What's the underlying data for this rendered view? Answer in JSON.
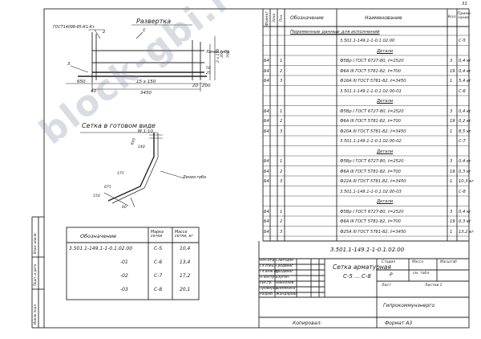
{
  "sheet_number": "31",
  "doc_code_top": "ГОСТ14098-85-К1-Кт",
  "drawing": {
    "razvertka_title": "Развертка",
    "mesh_title": "Сетка в готовом виде",
    "mesh_scale": "М 1:10",
    "label_line_1": "1",
    "label_line_2": "2",
    "label_line_3": "3",
    "label_bend": "Линия гиба",
    "label_bend2": "Линия гиба",
    "dim_650": "650",
    "dim_15x150": "15 х 150",
    "dim_3450": "3450",
    "dim_40": "40",
    "dim_20": "20",
    "dim_200": "200",
    "dim_2x150": "2 х 150",
    "dim_300": "300",
    "dim_700": "700",
    "dim_50": "50",
    "dim_25": "25",
    "dim_645": "645",
    "dim_140": "140",
    "dim_175": "175",
    "dim_675": "675",
    "dim_150": "150",
    "dim_60": "60"
  },
  "small_table": {
    "headers": [
      "Обозначение",
      "Марка сетки",
      "Масса сетки, кг"
    ],
    "rows": [
      {
        "code": "3.501.1-149.1-1-0.1.02.00",
        "mark": "С-5",
        "mass": "10,4"
      },
      {
        "code": "-01",
        "mark": "С-6",
        "mass": "13,4"
      },
      {
        "code": "-02",
        "mark": "С-7",
        "mass": "17,2"
      },
      {
        "code": "-03",
        "mark": "С-8",
        "mass": "20,1"
      }
    ]
  },
  "spec": {
    "headers": {
      "format": "Формат",
      "zone": "Зона",
      "pos": "Поз.",
      "designation": "Обозначение",
      "name": "Наименование",
      "qty": "Кол.",
      "note": "Приме-чание"
    },
    "variable_data": "Переменные данные для исполнений",
    "rows": [
      {
        "fmt": "",
        "zone": "",
        "pos": "",
        "name": "3.501.1-149.1-1-0.1.02.00",
        "qty": "",
        "note": "С-5",
        "section": false
      },
      {
        "fmt": "",
        "zone": "",
        "pos": "",
        "name": "Детали",
        "qty": "",
        "note": "",
        "section": true
      },
      {
        "fmt": "Б4",
        "zone": "",
        "pos": "1",
        "name": "Ф5Вр I ГОСТ 6727-80, ℓ=2520",
        "qty": "3",
        "note": "0,4 кг",
        "section": false
      },
      {
        "fmt": "Б4",
        "zone": "",
        "pos": "2",
        "name": "Ф6A III ГОСТ 5781-82, ℓ=700",
        "qty": "19",
        "note": "0,4 кг",
        "section": false
      },
      {
        "fmt": "Б4",
        "zone": "",
        "pos": "3",
        "name": "Ф16A III ГОСТ 5781-82, ℓ=3450",
        "qty": "1",
        "note": "5,4 кг",
        "section": false
      },
      {
        "fmt": "",
        "zone": "",
        "pos": "",
        "name": "3.501.1-149.1-1-0.1.02.00-01",
        "qty": "",
        "note": "С-6",
        "section": false
      },
      {
        "fmt": "",
        "zone": "",
        "pos": "",
        "name": "Детали",
        "qty": "",
        "note": "",
        "section": true
      },
      {
        "fmt": "Б4",
        "zone": "",
        "pos": "1",
        "name": "Ф5Вр I ГОСТ 6727-80, ℓ=2520",
        "qty": "3",
        "note": "0,4 кг",
        "section": false
      },
      {
        "fmt": "Б4",
        "zone": "",
        "pos": "2",
        "name": "Ф6A III ГОСТ 5781-82, ℓ=700",
        "qty": "19",
        "note": "0,2 кг",
        "section": false
      },
      {
        "fmt": "Б4",
        "zone": "",
        "pos": "3",
        "name": "Ф20A III ГОСТ 5781-82, ℓ=3450",
        "qty": "1",
        "note": "8,5 кг",
        "section": false
      },
      {
        "fmt": "",
        "zone": "",
        "pos": "",
        "name": "3.501.1-149.1-1-0.1.02.00-02",
        "qty": "",
        "note": "С-7",
        "section": false
      },
      {
        "fmt": "",
        "zone": "",
        "pos": "",
        "name": "Детали",
        "qty": "",
        "note": "",
        "section": true
      },
      {
        "fmt": "Б4",
        "zone": "",
        "pos": "1",
        "name": "Ф5Вр I ГОСТ 6727-80, ℓ=2520",
        "qty": "3",
        "note": "0,4 кг",
        "section": false
      },
      {
        "fmt": "Б4",
        "zone": "",
        "pos": "2",
        "name": "Ф6A III ГОСТ 5781-82, ℓ=700",
        "qty": "19",
        "note": "0,3 кг",
        "section": false
      },
      {
        "fmt": "Б4",
        "zone": "",
        "pos": "3",
        "name": "Ф22A III ГОСТ 5781-82, ℓ=3450",
        "qty": "1",
        "note": "10,3 кг",
        "section": false
      },
      {
        "fmt": "",
        "zone": "",
        "pos": "",
        "name": "3.501.1-149.1-1-0.1.02.00-03",
        "qty": "",
        "note": "С-8",
        "section": false
      },
      {
        "fmt": "",
        "zone": "",
        "pos": "",
        "name": "Детали",
        "qty": "",
        "note": "",
        "section": true
      },
      {
        "fmt": "Б4",
        "zone": "",
        "pos": "1",
        "name": "Ф5Вр I ГОСТ 6727-80, ℓ=2520",
        "qty": "3",
        "note": "0,4 кг",
        "section": false
      },
      {
        "fmt": "Б4",
        "zone": "",
        "pos": "2",
        "name": "Ф6A III ГОСТ 5781-82, ℓ=700",
        "qty": "19",
        "note": "0,3 кг",
        "section": false
      },
      {
        "fmt": "Б4",
        "zone": "",
        "pos": "3",
        "name": "Ф25A III ГОСТ 5781-82, ℓ=3450",
        "qty": "1",
        "note": "13,2 кг",
        "section": false
      }
    ]
  },
  "title_block": {
    "doc_code": "3.501.1-149.1-1-0.1.02.00",
    "title_line_1": "Сетка арматурная",
    "title_line_2": "С-5 ... С-8",
    "stage_label": "Стадия",
    "mass_label": "Масса",
    "scale_label": "Масштаб",
    "stage": "Р",
    "mass": "см. табл.",
    "sheet_label": "Лист",
    "sheets_label": "Листов 1",
    "org": "Гипрокоммунэнерго",
    "signers": [
      {
        "role": "Нач.отд.",
        "name": "Сайтадзе"
      },
      {
        "role": "Гл.спец.",
        "name": "Гродвейс"
      },
      {
        "role": "Гл.инж.пр.",
        "name": "Гродвейс"
      },
      {
        "role": "Н.контр.",
        "name": "Бзугин"
      },
      {
        "role": "Рук.гр.",
        "name": "Николаев"
      },
      {
        "role": "Проверил",
        "name": "Шемякина"
      },
      {
        "role": "Разраб.",
        "name": "Жандарова"
      }
    ],
    "copied": "Копировал:",
    "format": "Формат А3"
  },
  "side_stamp": [
    "Инв.№ подл.",
    "Подп. и дата",
    "Взам. инв.№"
  ],
  "watermark": "block-gbi.ru"
}
